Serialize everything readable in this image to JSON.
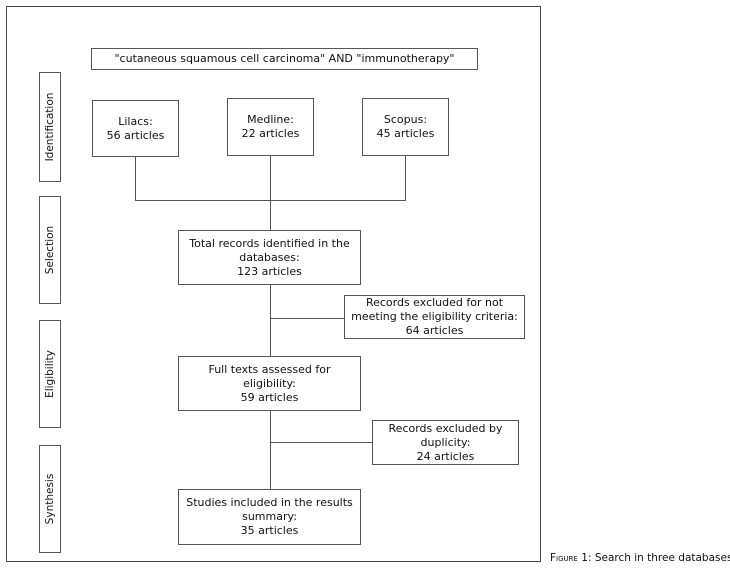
{
  "query": "\"cutaneous squamous cell carcinoma\" AND \"immunotherapy\"",
  "stages": {
    "identification": "Identification",
    "selection": "Selection",
    "eligibility": "Eligibility",
    "synthesis": "Synthesis"
  },
  "databases": [
    {
      "name": "Lilacs:",
      "count": "56 articles"
    },
    {
      "name": "Medline:",
      "count": "22 articles"
    },
    {
      "name": "Scopus:",
      "count": "45 articles"
    }
  ],
  "total": {
    "line1": "Total records identified in the",
    "line2": "databases:",
    "line3": "123 articles"
  },
  "excluded_criteria": {
    "line1": "Records excluded for not",
    "line2": "meeting the eligibility criteria:",
    "line3": "64 articles"
  },
  "full_texts": {
    "line1": "Full texts assessed for eligibility:",
    "line2": "59 articles"
  },
  "excluded_duplicity": {
    "line1": "Records excluded by",
    "line2": "duplicity:",
    "line3": "24 articles"
  },
  "included": {
    "line1": "Studies included in the results",
    "line2": "summary:",
    "line3": "35 articles"
  },
  "caption": {
    "label": "Figure 1:",
    "text": " Search in three databases"
  }
}
